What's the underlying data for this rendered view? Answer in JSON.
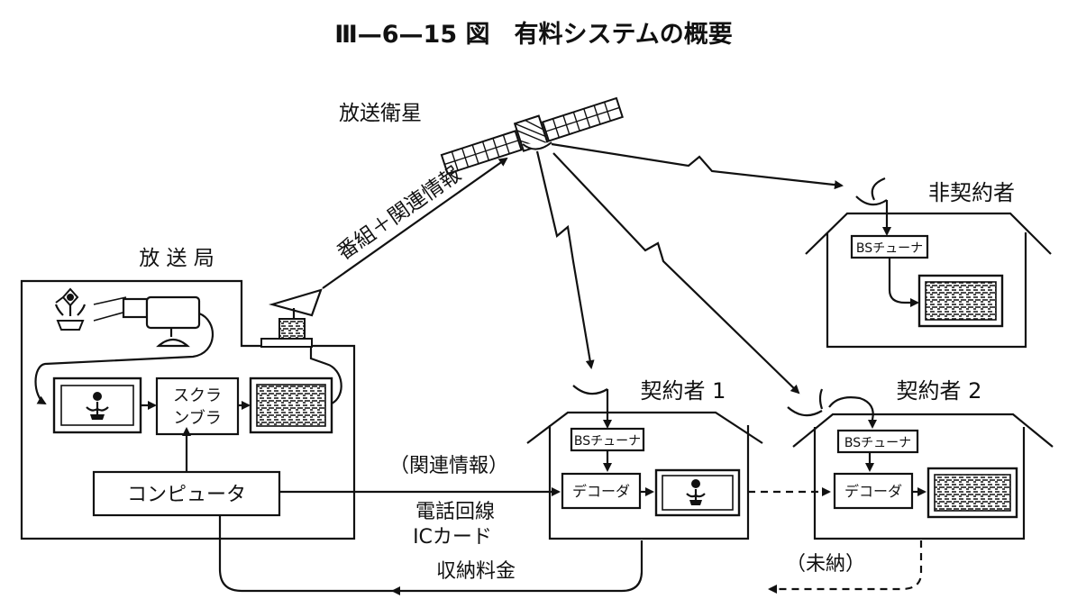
{
  "title": "Ⅲ—6—15 図　有料システムの概要",
  "nodes": {
    "satellite": "放送衛星",
    "station": "放 送 局",
    "scrambler_line1": "スクラ",
    "scrambler_line2": "ンブラ",
    "computer": "コンピュータ",
    "non_subscriber": "非契約者",
    "subscriber1": "契約者 1",
    "subscriber2": "契約者 2",
    "bs_tuner": "BSチューナ",
    "decoder": "デコーダ"
  },
  "edges": {
    "uplink": "番組＋関連情報",
    "related_info": "（関連情報）",
    "channel1": "電話回線",
    "channel2": "ICカード",
    "fee": "収納料金",
    "unpaid": "（未納）"
  },
  "screens": {
    "station_source": "flower-image",
    "station_output": "scrambled-image",
    "non_subscriber": "scrambled-image",
    "subscriber1": "flower-image",
    "subscriber2": "scrambled-image"
  }
}
